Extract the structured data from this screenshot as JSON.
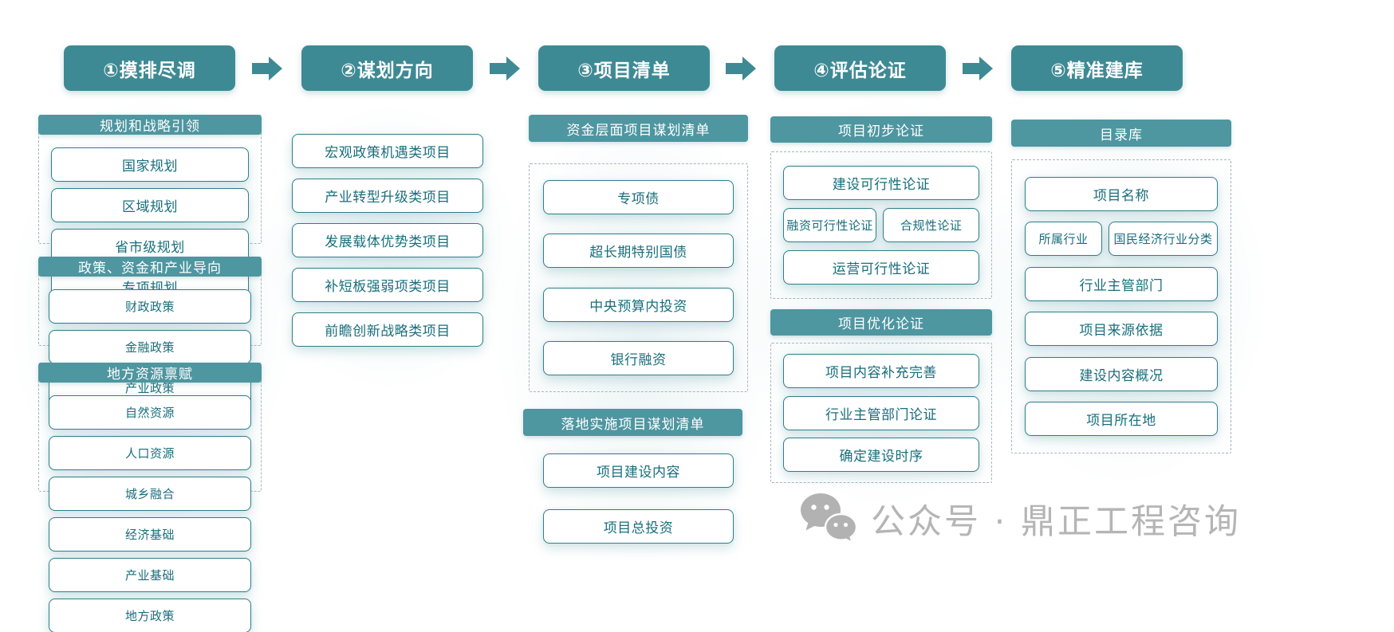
{
  "colors": {
    "teal_header": "#3E8A94",
    "teal_band": "#4E96A0",
    "box_border": "#2E7E8A",
    "box_text": "#186E7C",
    "watermark_gray": "#B5B5B5"
  },
  "steps": [
    "①摸排尽调",
    "②谋划方向",
    "③项目清单",
    "④评估论证",
    "⑤精准建库"
  ],
  "col1": {
    "groups": [
      {
        "title": "规划和战略引领",
        "items": [
          "国家规划",
          "区域规划",
          "省市级规划",
          "专项规划"
        ]
      },
      {
        "title": "政策、资金和产业导向",
        "items": [
          "财政政策",
          "金融政策",
          "产业政策"
        ]
      },
      {
        "title": "地方资源禀赋",
        "items": [
          "自然资源",
          "人口资源",
          "城乡融合",
          "经济基础",
          "产业基础",
          "地方政策"
        ]
      }
    ]
  },
  "col2": {
    "items": [
      "宏观政策机遇类项目",
      "产业转型升级类项目",
      "发展载体优势类项目",
      "补短板强弱项类项目",
      "前瞻创新战略类项目"
    ]
  },
  "col3": {
    "band1": "资金层面项目谋划清单",
    "group1": [
      "专项债",
      "超长期特别国债",
      "中央预算内投资",
      "银行融资"
    ],
    "band2": "落地实施项目谋划清单",
    "group2": [
      "项目建设内容",
      "项目总投资"
    ]
  },
  "col4": {
    "band1": "项目初步论证",
    "group1": [
      "建设可行性论证",
      "融资可行性论证",
      "合规性论证",
      "运营可行性论证"
    ],
    "band2": "项目优化论证",
    "group2": [
      "项目内容补充完善",
      "行业主管部门论证",
      "确定建设时序"
    ]
  },
  "col5": {
    "band": "目录库",
    "items": [
      "项目名称",
      "所属行业",
      "国民经济行业分类",
      "行业主管部门",
      "项目来源依据",
      "建设内容概况",
      "项目所在地"
    ]
  },
  "watermark": {
    "icon": "wechat-icon",
    "text": "公众号 · 鼎正工程咨询"
  }
}
